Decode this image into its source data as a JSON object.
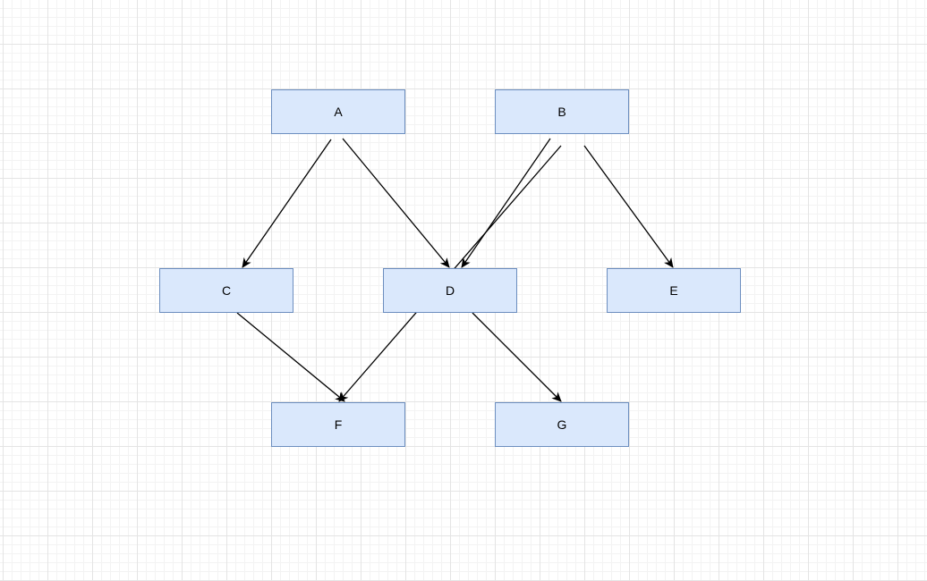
{
  "diagram": {
    "nodes": [
      {
        "id": "a",
        "label": "A"
      },
      {
        "id": "b",
        "label": "B"
      },
      {
        "id": "c",
        "label": "C"
      },
      {
        "id": "d",
        "label": "D"
      },
      {
        "id": "e",
        "label": "E"
      },
      {
        "id": "f",
        "label": "F"
      },
      {
        "id": "g",
        "label": "G"
      }
    ],
    "edges": [
      {
        "from": "a",
        "to": "c"
      },
      {
        "from": "a",
        "to": "d"
      },
      {
        "from": "b",
        "to": "d"
      },
      {
        "from": "b",
        "to": "f"
      },
      {
        "from": "b",
        "to": "e"
      },
      {
        "from": "c",
        "to": "f"
      },
      {
        "from": "d",
        "to": "g"
      }
    ],
    "colors": {
      "node_fill": "#dae8fc",
      "node_stroke": "#6c8ebf",
      "edge": "#000000",
      "grid": "#e4e4e4"
    }
  }
}
